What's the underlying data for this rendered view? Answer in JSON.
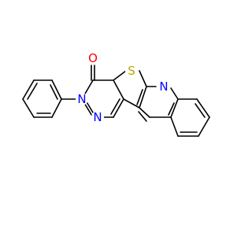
{
  "atoms": {
    "oxygen": {
      "label": "O",
      "color": "#ff0000"
    },
    "sulfur": {
      "label": "S",
      "color": "#b8a800"
    },
    "nitrogen_quinoline": {
      "label": "N",
      "color": "#0000ff"
    },
    "nitrogen_ring_amide": {
      "label": "N",
      "color": "#0000ff"
    },
    "nitrogen_ring_imine": {
      "label": "N",
      "color": "#0000ff"
    }
  },
  "colors": {
    "bond": "#000000",
    "background": "#ffffff"
  }
}
